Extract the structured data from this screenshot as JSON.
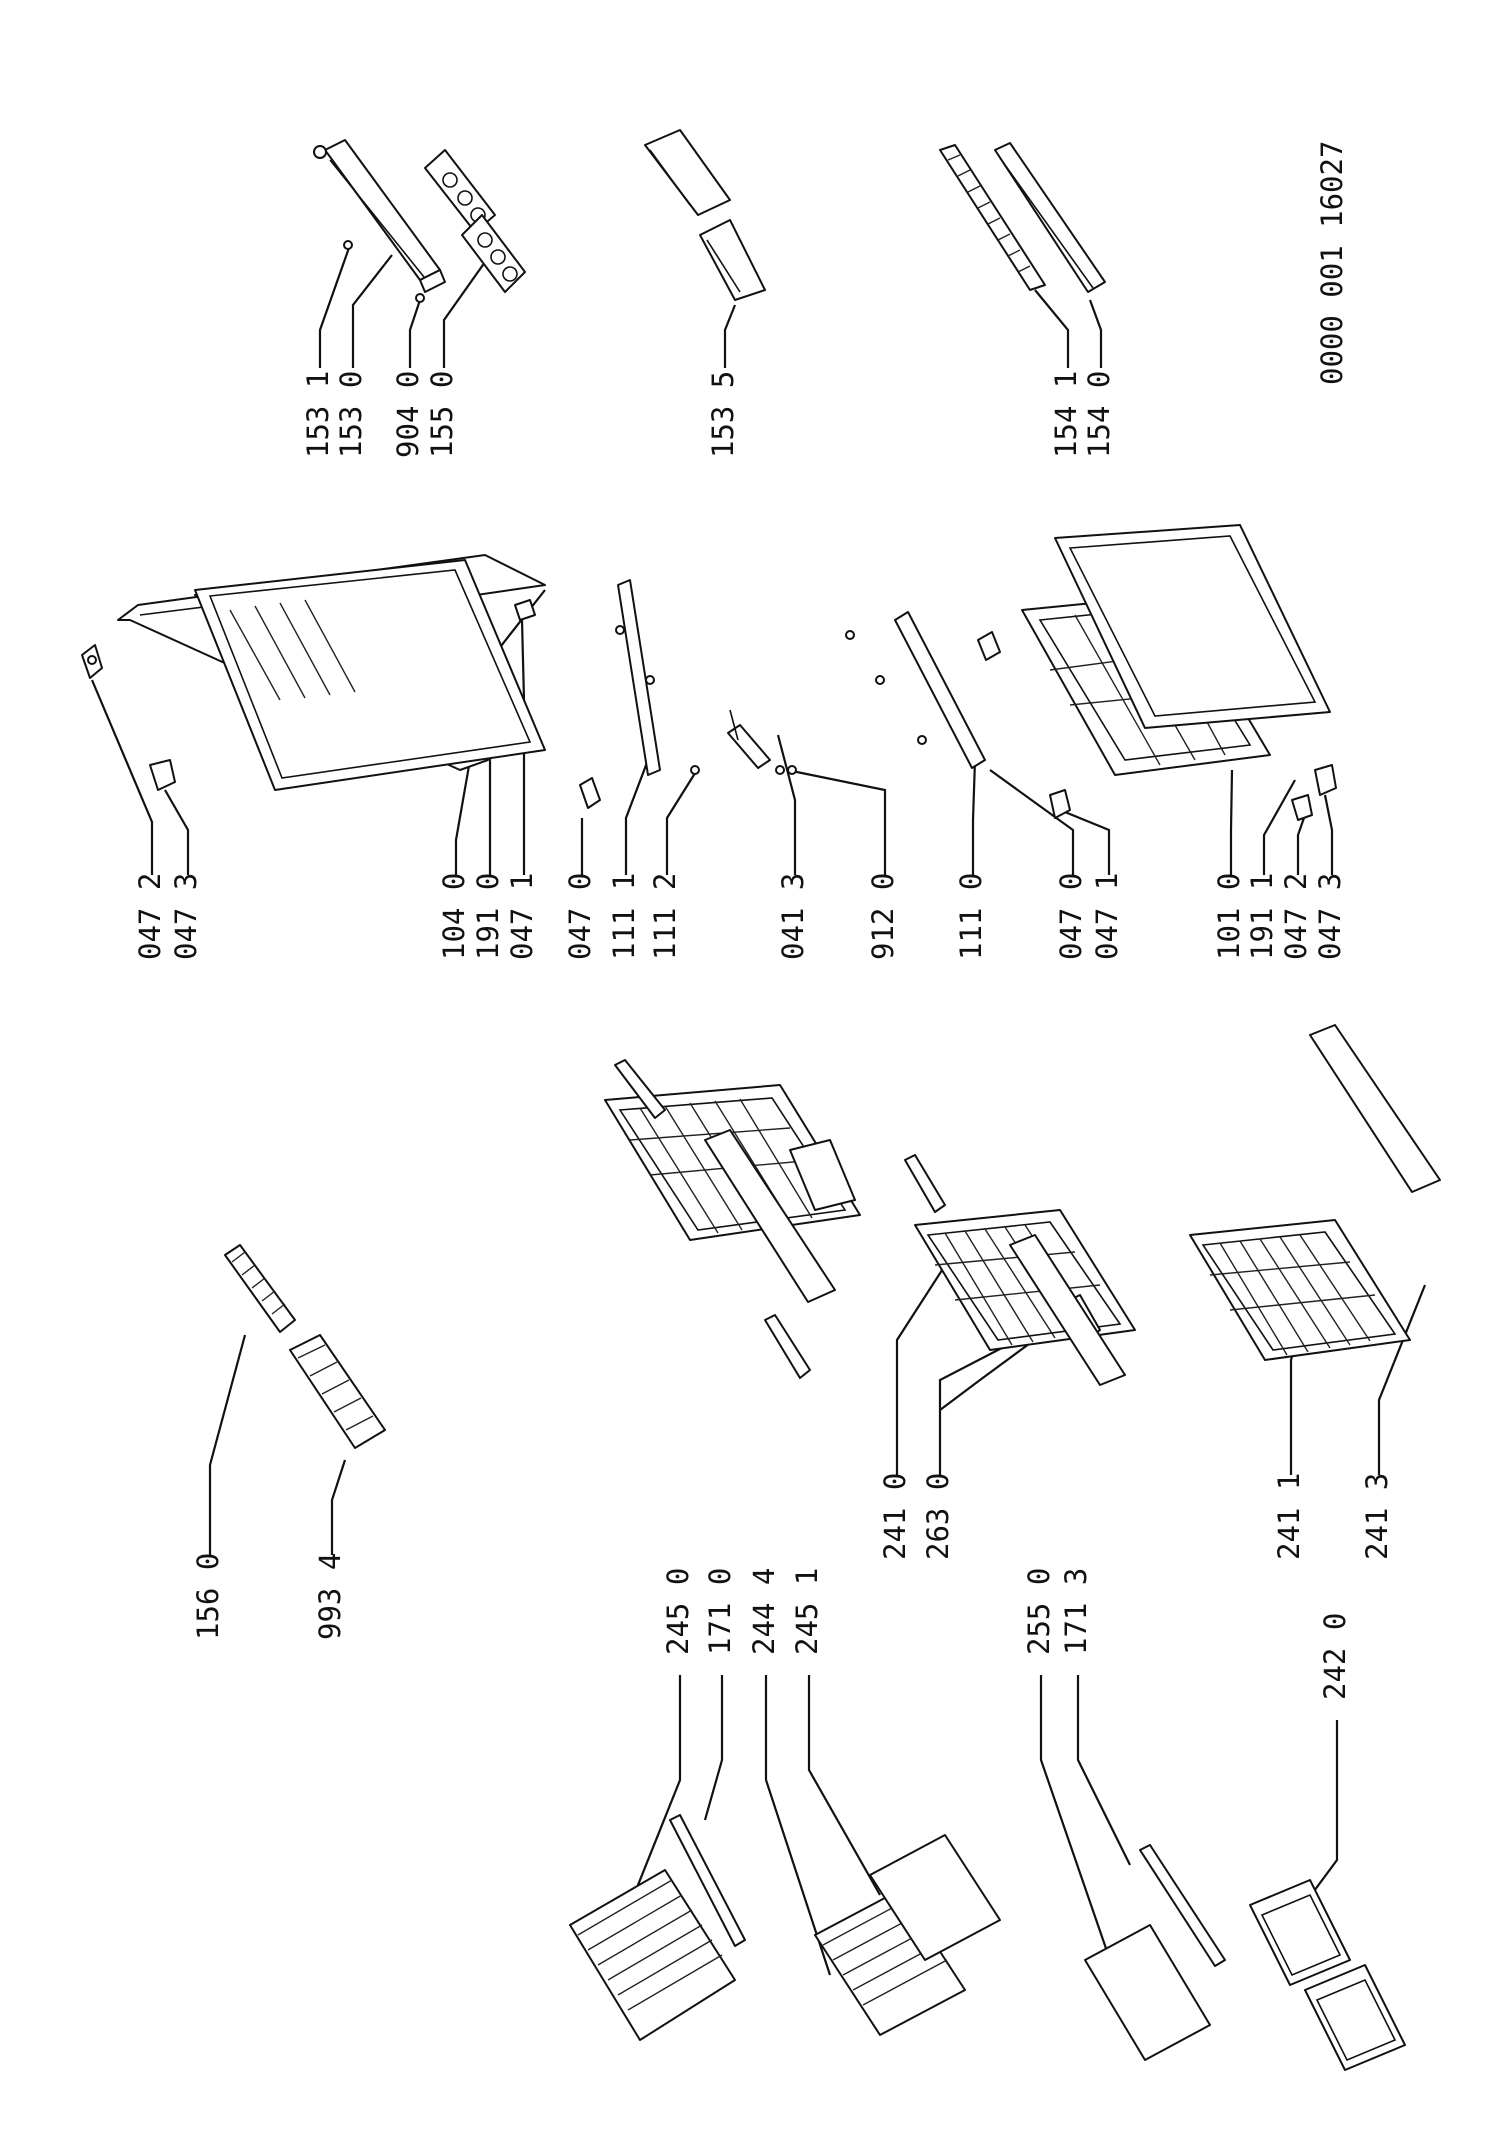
{
  "drawing_code": "0000 001 16027",
  "callouts": [
    {
      "id": "c1531",
      "text": "153 1"
    },
    {
      "id": "c1530",
      "text": "153 0"
    },
    {
      "id": "c9040",
      "text": "904 0"
    },
    {
      "id": "c1550",
      "text": "155 0"
    },
    {
      "id": "c1535",
      "text": "153 5"
    },
    {
      "id": "c1541",
      "text": "154 1"
    },
    {
      "id": "c1540",
      "text": "154 0"
    },
    {
      "id": "c0472a",
      "text": "047 2"
    },
    {
      "id": "c0473a",
      "text": "047 3"
    },
    {
      "id": "c1040",
      "text": "104 0"
    },
    {
      "id": "c1910",
      "text": "191 0"
    },
    {
      "id": "c0471a",
      "text": "047 1"
    },
    {
      "id": "c0470a",
      "text": "047 0"
    },
    {
      "id": "c1111",
      "text": "111 1"
    },
    {
      "id": "c1112",
      "text": "111 2"
    },
    {
      "id": "c0413",
      "text": "041 3"
    },
    {
      "id": "c9120",
      "text": "912 0"
    },
    {
      "id": "c1110",
      "text": "111 0"
    },
    {
      "id": "c0470b",
      "text": "047 0"
    },
    {
      "id": "c0471b",
      "text": "047 1"
    },
    {
      "id": "c1010",
      "text": "101 0"
    },
    {
      "id": "c1911",
      "text": "191 1"
    },
    {
      "id": "c0472b",
      "text": "047 2"
    },
    {
      "id": "c0473b",
      "text": "047 3"
    },
    {
      "id": "c1560",
      "text": "156 0"
    },
    {
      "id": "c9934",
      "text": "993 4"
    },
    {
      "id": "c2410",
      "text": "241 0"
    },
    {
      "id": "c2630",
      "text": "263 0"
    },
    {
      "id": "c2411",
      "text": "241 1"
    },
    {
      "id": "c2413",
      "text": "241 3"
    },
    {
      "id": "c2450",
      "text": "245 0"
    },
    {
      "id": "c1710",
      "text": "171 0"
    },
    {
      "id": "c2444",
      "text": "244 4"
    },
    {
      "id": "c2451",
      "text": "245 1"
    },
    {
      "id": "c2550",
      "text": "255 0"
    },
    {
      "id": "c1713",
      "text": "171 3"
    },
    {
      "id": "c2420",
      "text": "242 0"
    }
  ]
}
